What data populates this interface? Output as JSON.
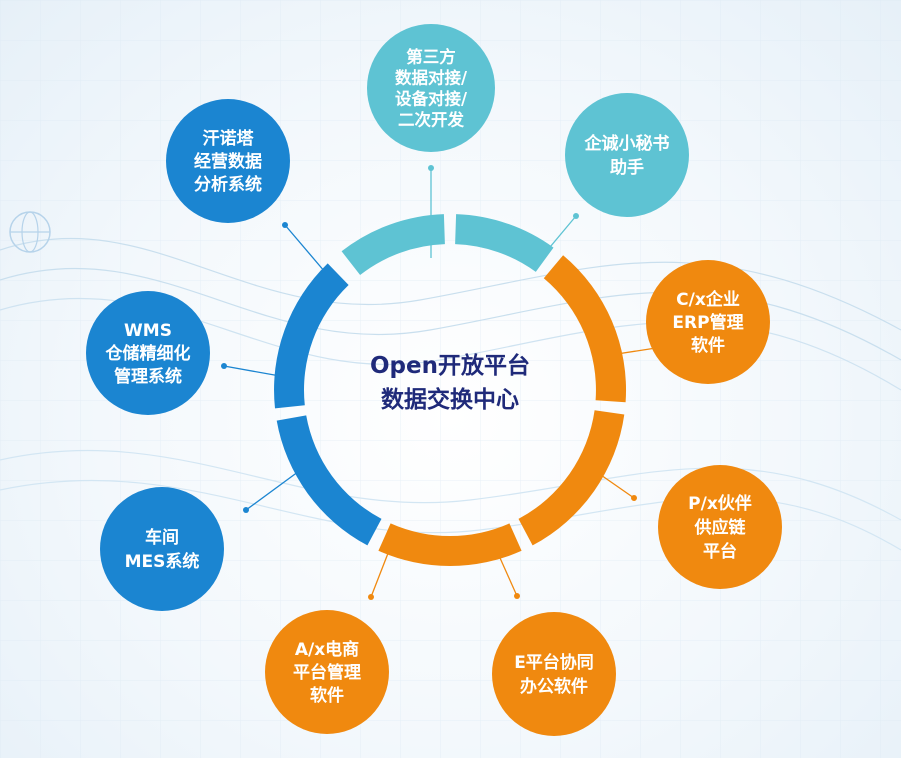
{
  "center": {
    "lines": [
      "Open开放平台",
      "数据交换中心"
    ]
  },
  "colors": {
    "blue": "#1b85d1",
    "teal": "#5ec3d3",
    "orange": "#f0890f",
    "center_text": "#1f2a7a"
  },
  "nodes": [
    {
      "id": "third-party",
      "color": "teal",
      "lines": [
        "第三方",
        "数据对接/",
        "设备对接/",
        "二次开发"
      ]
    },
    {
      "id": "qicheng-assistant",
      "color": "teal",
      "lines": [
        "企诚小秘书",
        "助手"
      ]
    },
    {
      "id": "erp",
      "color": "orange",
      "lines": [
        "C/x企业",
        "ERP管理",
        "软件"
      ]
    },
    {
      "id": "supply-chain",
      "color": "orange",
      "lines": [
        "P/x伙伴",
        "供应链",
        "平台"
      ]
    },
    {
      "id": "office",
      "color": "orange",
      "lines": [
        "E平台协同",
        "办公软件"
      ]
    },
    {
      "id": "ecommerce",
      "color": "orange",
      "lines": [
        "A/x电商",
        "平台管理",
        "软件"
      ]
    },
    {
      "id": "mes",
      "color": "blue",
      "lines": [
        "车间",
        "MES系统"
      ]
    },
    {
      "id": "wms",
      "color": "blue",
      "lines": [
        "WMS",
        "仓储精细化",
        "管理系统"
      ]
    },
    {
      "id": "analytics",
      "color": "blue",
      "lines": [
        "汗诺塔",
        "经营数据",
        "分析系统"
      ]
    }
  ]
}
